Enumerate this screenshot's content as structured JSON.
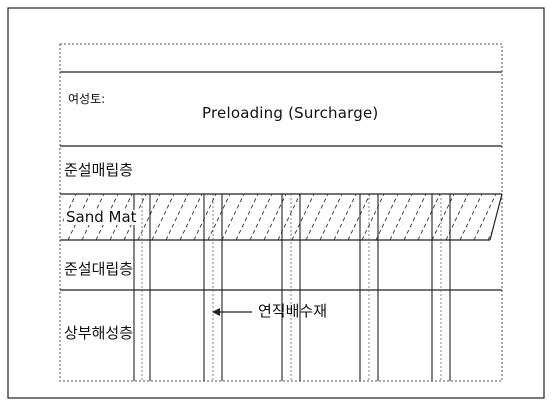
{
  "labels": {
    "fill_prefix": "여성토:",
    "preloading": "Preloading (Surcharge)",
    "dredged_fill_upper": "준설매립층",
    "sand_mat": "Sand Mat",
    "dredged_fill_lower": "준설대립층",
    "vertical_drain": "연직배수재",
    "upper_marine": "상부해성층"
  },
  "colors": {
    "line": "#222222",
    "dashed": "#555555",
    "background": "#ffffff"
  },
  "icons": {
    "arrow": "arrow-left-icon"
  }
}
